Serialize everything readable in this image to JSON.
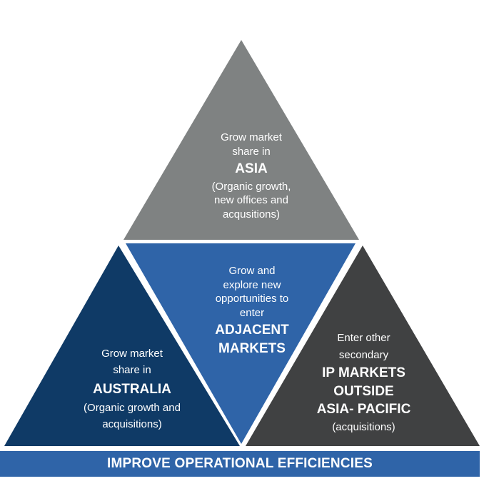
{
  "colors": {
    "top": "#7f8282",
    "center": "#2f64a8",
    "left": "#0f3a66",
    "right": "#404142",
    "bar": "#2f64a8",
    "text": "#ffffff"
  },
  "top": {
    "line1": "Grow market",
    "line2": "share in",
    "title": "ASIA",
    "detail1": "(Organic growth,",
    "detail2": "new offices and",
    "detail3": "acqusitions)"
  },
  "center": {
    "line1": "Grow and",
    "line2": "explore new",
    "line3": "opportunities to",
    "line4": "enter",
    "title1": "ADJACENT",
    "title2": "MARKETS"
  },
  "left": {
    "line1": "Grow market",
    "line2": "share in",
    "title": "AUSTRALIA",
    "detail1": "(Organic growth and",
    "detail2": "acquisitions)"
  },
  "right": {
    "line1": "Enter other",
    "line2": "secondary",
    "title1": "IP MARKETS",
    "title2": "OUTSIDE",
    "title3": "ASIA- PACIFIC",
    "detail1": "(acquisitions)"
  },
  "footer": {
    "label": "IMPROVE OPERATIONAL EFFICIENCIES"
  }
}
